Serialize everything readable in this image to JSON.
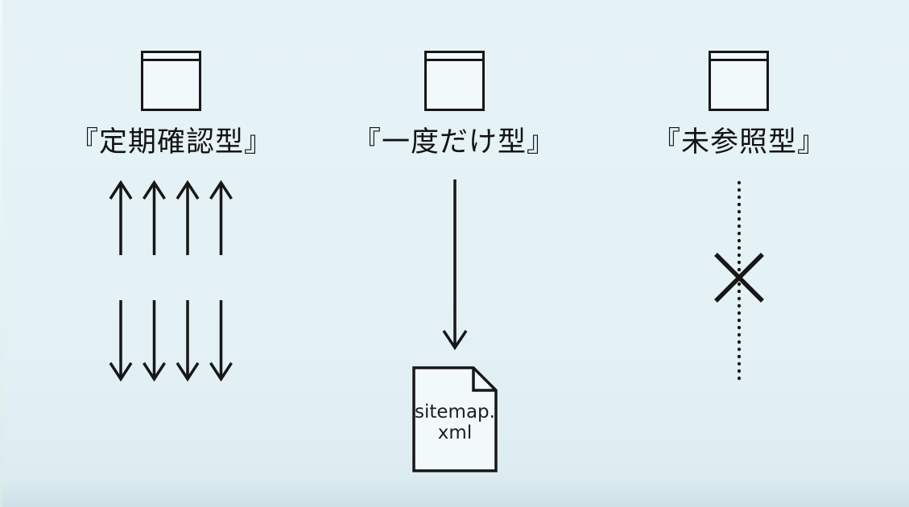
{
  "diagram_title": "",
  "colors": {
    "background": "#e3f1f5",
    "stroke": "#171717",
    "paper_fill": "#f2f9fb"
  },
  "columns": [
    {
      "id": "periodic-check",
      "icon": "browser-window-icon",
      "label": "『定期確認型』",
      "flow": "four-up-arrows-and-four-down-arrows"
    },
    {
      "id": "one-time-only",
      "icon": "browser-window-icon",
      "label": "『一度だけ型』",
      "flow": "single-long-down-arrow-to-file",
      "file": {
        "name_line1": "sitemap.",
        "name_line2": "xml"
      }
    },
    {
      "id": "unreferenced",
      "icon": "browser-window-icon",
      "label": "『未参照型』",
      "flow": "dotted-line-crossed-out"
    }
  ]
}
